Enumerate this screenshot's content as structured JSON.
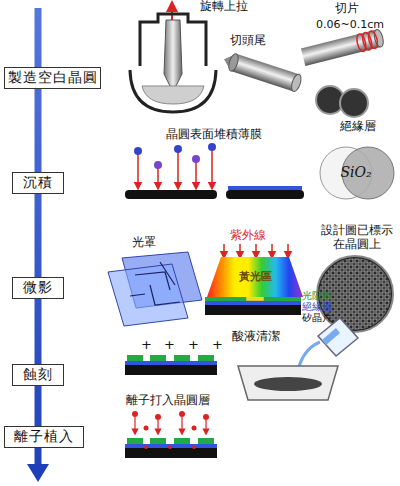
{
  "diagram": {
    "nodes": [
      {
        "text": [
          "製造空白晶圓"
        ]
      },
      {
        "text": [
          "沉積"
        ]
      },
      {
        "text": [
          "微影"
        ]
      },
      {
        "text": [
          "蝕刻"
        ]
      },
      {
        "text": [
          "離子植入"
        ]
      },
      {
        "text": [
          "絕緣層",
          "SiO₂"
        ]
      },
      {
        "text": [
          "黃光區"
        ]
      }
    ],
    "edges": [
      {
        "from": 0,
        "to": 1,
        "arrow": "none"
      },
      {
        "from": 1,
        "to": 2,
        "arrow": "none"
      },
      {
        "from": 2,
        "to": 3,
        "arrow": "none"
      },
      {
        "from": 3,
        "to": 4,
        "arrow": "none"
      }
    ],
    "labels": [
      "旋轉上拉",
      "切頭尾",
      "切片",
      "0.06~0.1cm",
      "晶圓表面堆積薄膜",
      "光罩",
      "紫外線",
      "設計圖已標示 在晶圓上",
      "光阻劑",
      "絕緣層",
      "矽晶片",
      "+",
      "+",
      "+",
      "+",
      "酸液清潔",
      "離子打入晶圓層"
    ]
  }
}
